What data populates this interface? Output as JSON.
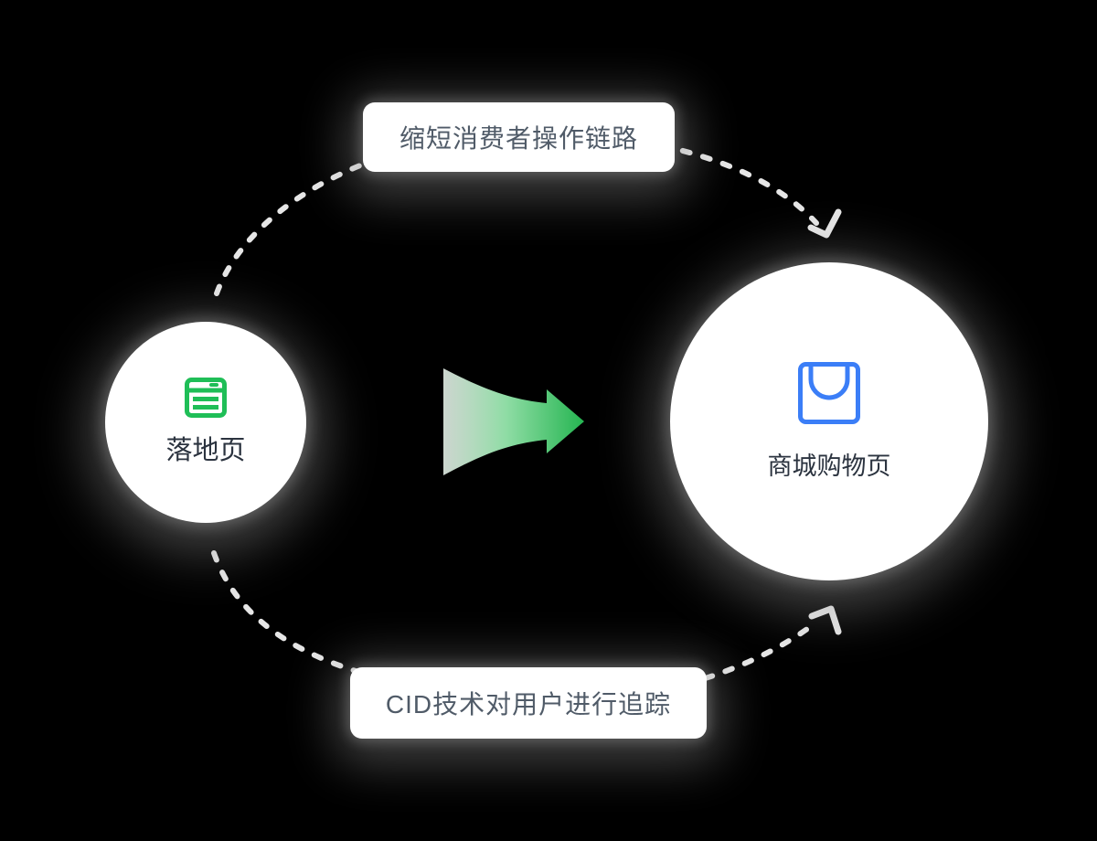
{
  "flow": {
    "source": {
      "label": "落地页",
      "icon": "document-icon"
    },
    "target": {
      "label": "商城购物页",
      "icon": "shopping-bag-icon"
    },
    "top_path_label": "缩短消费者操作链路",
    "bottom_path_label": "CID技术对用户进行追踪"
  },
  "colors": {
    "canvas_bg": "#000000",
    "accent_green": "#1FBE57",
    "accent_blue": "#3B7EF7",
    "arrow_green_light": "#F0FBF3",
    "arrow_green_mid": "#8EDCA4",
    "arrow_green_dark": "#25B551",
    "dash": "#E6E6E6",
    "card_bg": "#FFFFFF",
    "card_text": "#505B68",
    "node_text": "#2B333F"
  }
}
